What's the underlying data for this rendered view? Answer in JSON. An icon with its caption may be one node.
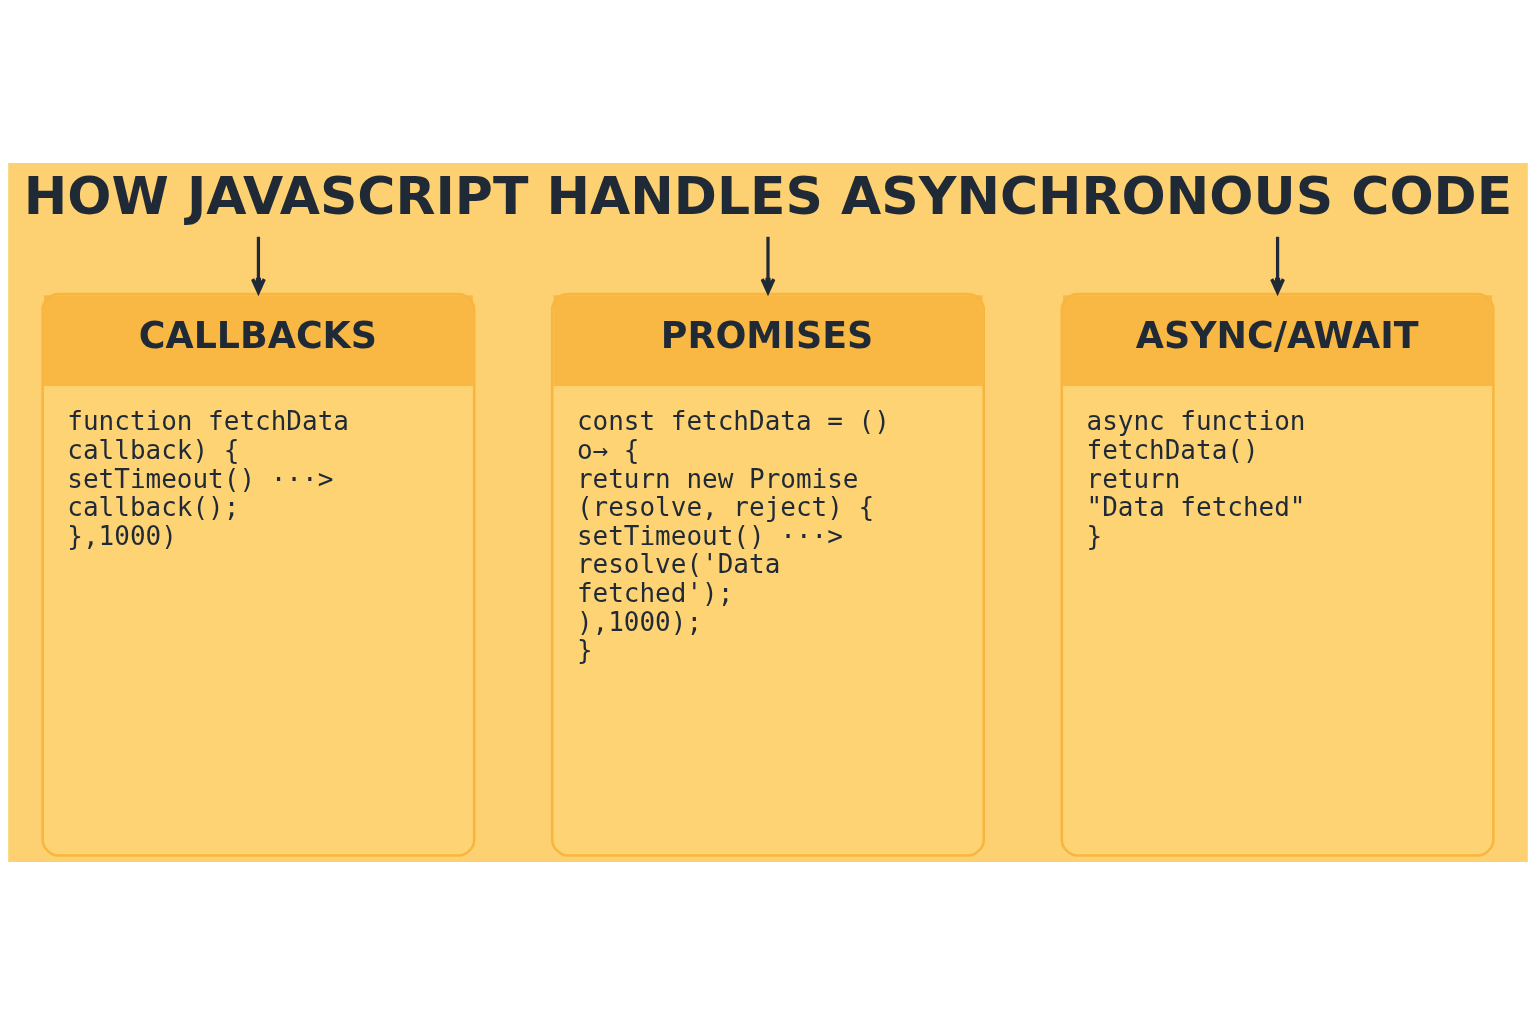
{
  "diagram": {
    "title": "HOW JAVASCRIPT HANDLES ASYNCHRONOUS CODE",
    "nodes": [
      {
        "text": [
          "CALLBACKS",
          "function fetchData",
          "callback) {",
          "setTimeout() ···>",
          "callback();",
          "},1000)"
        ]
      },
      {
        "text": [
          "PROMISES",
          "const fetchData = ()",
          "o→ {",
          "return new Promise",
          "(resolve, reject) {",
          "setTimeout() ···>",
          "resolve('Data",
          "fetched');",
          "),1000);",
          "}"
        ]
      },
      {
        "text": [
          "ASYNC/AWAIT",
          "async function",
          "fetchData()",
          "return",
          "\"Data fetched\"",
          "}"
        ]
      }
    ],
    "edges": [
      {
        "from": null,
        "to": 0,
        "arrow": "to"
      },
      {
        "from": null,
        "to": 1,
        "arrow": "to"
      },
      {
        "from": null,
        "to": 2,
        "arrow": "to"
      }
    ]
  }
}
